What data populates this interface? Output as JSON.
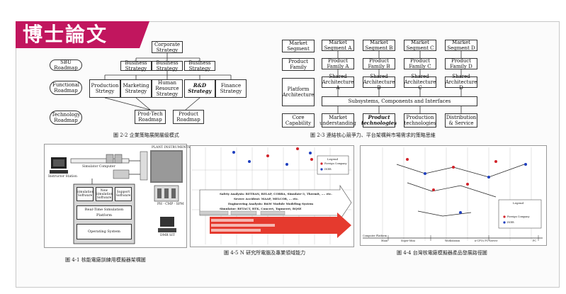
{
  "badge": "博士論文",
  "fig22": {
    "caption": "圖 2-2  企業策略展開層級模式",
    "corporate": "Corporate Strategy",
    "business1": "Business Strategy",
    "business2": "Business Strategy",
    "business3": "Business Strategy",
    "production": "Production Strtegy",
    "marketing": "Marketing Strategy",
    "hr": "Human Resource Strategy",
    "rd": "R&D Strategy",
    "finance": "Finance Strategy",
    "prodtech": "Prod-Tech Roadmap",
    "product": "Product Roadmap",
    "sbu": "SBU Roadmap",
    "functional": "Functional Roadmap",
    "technology": "Technology Roadmap"
  },
  "fig23": {
    "caption": "圖 2-3  連結核心競爭力、平台架構與市場需求的策略思維",
    "market_segment": "Market Segment",
    "product_family": "Product Family",
    "platform_architecture": "Platform Architecture",
    "core_capability": "Core Capability",
    "segments": [
      "Market Segment A",
      "Market Segment B",
      "Market Segment C",
      "Market Segment D"
    ],
    "families": [
      "Product Family A",
      "Product Family B",
      "Product Family C",
      "Product Family D"
    ],
    "shared": [
      "Shared Architecture A",
      "Shared Architecture B",
      "Shared Architecture C",
      "Shared Architecture D"
    ],
    "subsystems": "Subsystems, Components and Interfaces",
    "capabilities": [
      "Market understanding",
      "Product technologies",
      "Production technologies",
      "Distribution & Service"
    ]
  },
  "fig41": {
    "caption": "圖 4-1  核能電廠訓練用模擬器架構圖",
    "simulator_computer": "Simulator Computer",
    "plant_instruments": "PLANT INSTRUMENTS",
    "instructor_station": "Instructor Station",
    "simulation_software": "Simulation Software",
    "new_simulation_software": "New Simulation Software",
    "support_software": "Support Software",
    "realtime_platform": "Real-Time Simulation Platform",
    "operating_system": "Operating System",
    "ph_cmp_spm": "PH · CMP · SPM",
    "dmr_sit": "DMR SIT"
  },
  "fig45": {
    "caption": "圖 4-5 N 研究所電腦及專業領域能力",
    "legend_title": "Legend",
    "legend_foreign": "Foreign Company",
    "legend_iner": "INER",
    "arrow_lines": [
      "Safety Analysis: RETRAN, RELAP, COBRA, Simulate-3, Thermit, .... etc.",
      "Severe Accident: MAAP, MELCOR, ... etc.",
      "Engineering Analysis: B&W Module Modeling System",
      "Simulator: RETACT, RTK, Concert, Topmeret, RQSE"
    ]
  },
  "fig44": {
    "caption": "圖 4-4  台灣核電廠模擬器產品發展路徑圖",
    "legend_title": "Legend",
    "legend_foreign": "Foreign Company",
    "legend_iner": "INER",
    "bottom_left": "Main",
    "bottom_mid1": "Super-Mini",
    "bottom_mid2": "Workstation",
    "bottom_mid3": "n-CPUs PC Server",
    "bottom_right": "PC",
    "computer_label": "Computer Platform"
  }
}
